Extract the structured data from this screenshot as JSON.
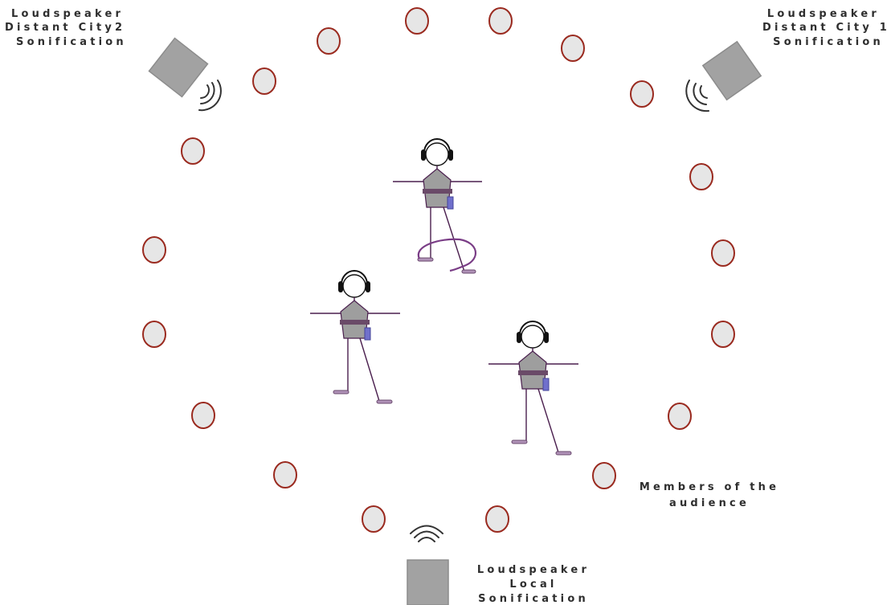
{
  "labels": {
    "speaker_city2": [
      "Loudspeaker",
      "Distant City2",
      "Sonification"
    ],
    "speaker_city1": [
      "Loudspeaker",
      "Distant City 1",
      "Sonification"
    ],
    "speaker_local": [
      "Loudspeaker",
      "Local",
      "Sonification"
    ],
    "audience": [
      "Members of the",
      "audience"
    ]
  },
  "colors": {
    "audience_stroke": "#9a2a1f",
    "audience_fill": "#e6e6e6",
    "speaker_fill": "#a2a2a2",
    "performer_outline": "#4a1f4e",
    "device": "#7070cc"
  },
  "icons": {
    "speaker": "loudspeaker-icon",
    "performer": "performer-with-headphones-icon",
    "audience_member": "audience-member-circle"
  }
}
